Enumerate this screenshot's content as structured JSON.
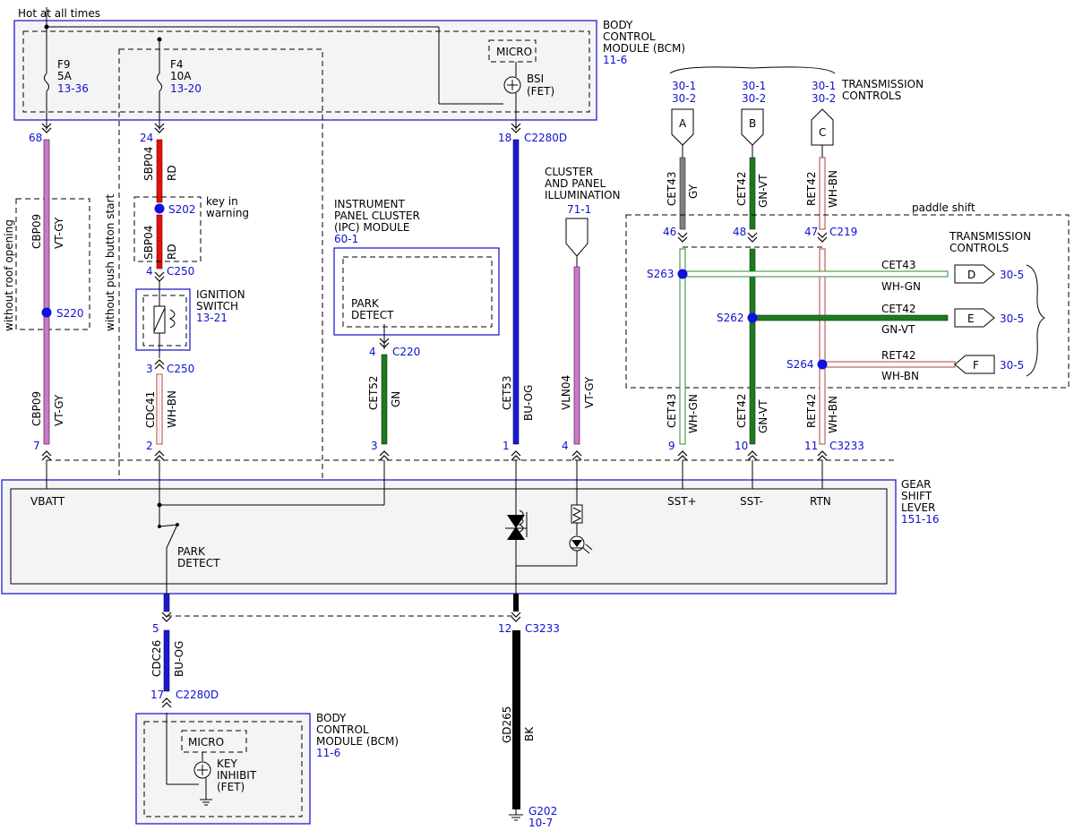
{
  "top": {
    "hot_label": "Hot at all times"
  },
  "bcm_top": {
    "title": [
      "BODY",
      "CONTROL",
      "MODULE (BCM)"
    ],
    "ref": "11-6",
    "micro": "MICRO",
    "bsi": [
      "BSI",
      "(FET)"
    ]
  },
  "fuses": {
    "f9": {
      "name": "F9",
      "rating": "5A",
      "ref": "13-36"
    },
    "f4": {
      "name": "F4",
      "rating": "10A",
      "ref": "13-20"
    }
  },
  "pins": {
    "p68": "68",
    "p24": "24",
    "p18": "18",
    "c2280d_top": "C2280D",
    "s202": "S202",
    "p4": "4",
    "c250a": "C250",
    "p3": "3",
    "c250b": "C250",
    "p2": "2",
    "p7": "7",
    "s220": "S220",
    "ipc_p4": "4",
    "c220": "C220",
    "ipc_p3": "3",
    "p1": "1",
    "vln_p4": "4",
    "p46": "46",
    "p48": "48",
    "p47": "47",
    "c219": "C219",
    "s263": "S263",
    "s262": "S262",
    "s264": "S264",
    "p9": "9",
    "p10": "10",
    "p11": "11",
    "c3233a": "C3233",
    "p5": "5",
    "p12": "12",
    "c3233b": "C3233",
    "p17": "17",
    "c2280d_bot": "C2280D",
    "g202": "G202",
    "g202_ref": "10-7"
  },
  "wires": {
    "cbp09_top": {
      "circuit": "CBP09",
      "color": "VT-GY"
    },
    "cbp09_bot": {
      "circuit": "CBP09",
      "color": "VT-GY"
    },
    "sbp04_top": {
      "circuit": "SBP04",
      "color": "RD"
    },
    "sbp04_bot": {
      "circuit": "SBP04",
      "color": "RD"
    },
    "cdc41": {
      "circuit": "CDC41",
      "color": "WH-BN"
    },
    "cet52": {
      "circuit": "CET52",
      "color": "GN"
    },
    "cet53": {
      "circuit": "CET53",
      "color": "BU-OG"
    },
    "vln04": {
      "circuit": "VLN04",
      "color": "VT-GY"
    },
    "cet43_top": {
      "circuit": "CET43",
      "color": "GY"
    },
    "cet42_top": {
      "circuit": "CET42",
      "color": "GN-VT"
    },
    "ret42_top": {
      "circuit": "RET42",
      "color": "WH-BN"
    },
    "cet43_bot": {
      "circuit": "CET43",
      "color": "WH-GN"
    },
    "cet42_bot": {
      "circuit": "CET42",
      "color": "GN-VT"
    },
    "ret42_bot": {
      "circuit": "RET42",
      "color": "WH-BN"
    },
    "cet43_h": {
      "circuit": "CET43",
      "color": "WH-GN"
    },
    "cet42_h": {
      "circuit": "CET42",
      "color": "GN-VT"
    },
    "ret42_h": {
      "circuit": "RET42",
      "color": "WH-BN"
    },
    "cdc26": {
      "circuit": "CDC26",
      "color": "BU-OG"
    },
    "gd265": {
      "circuit": "GD265",
      "color": "BK"
    }
  },
  "notes": {
    "roof": "without roof opening",
    "push": "without push button start",
    "key_warn": [
      "key in",
      "warning"
    ],
    "paddle": "paddle shift"
  },
  "ignition": {
    "title": [
      "IGNITION",
      "SWITCH"
    ],
    "ref": "13-21"
  },
  "ipc": {
    "title": [
      "INSTRUMENT",
      "PANEL CLUSTER",
      "(IPC) MODULE"
    ],
    "ref": "60-1",
    "park": [
      "PARK",
      "DETECT"
    ]
  },
  "cluster": {
    "title": [
      "CLUSTER",
      "AND PANEL",
      "ILLUMINATION"
    ],
    "ref": "71-1"
  },
  "trans_top": {
    "title": [
      "TRANSMISSION",
      "CONTROLS"
    ],
    "refs": [
      "30-1",
      "30-2"
    ],
    "connectors": [
      "A",
      "B",
      "C"
    ]
  },
  "trans_right": {
    "title": [
      "TRANSMISSION",
      "CONTROLS"
    ],
    "connectors": [
      "D",
      "E",
      "F"
    ],
    "ref": "30-5"
  },
  "gear": {
    "title": [
      "GEAR",
      "SHIFT",
      "LEVER"
    ],
    "ref": "151-16",
    "vbatt": "VBATT",
    "park": [
      "PARK",
      "DETECT"
    ],
    "sst_plus": "SST+",
    "sst_minus": "SST-",
    "rtn": "RTN"
  },
  "bcm_bot": {
    "title": [
      "BODY",
      "CONTROL",
      "MODULE (BCM)"
    ],
    "ref": "11-6",
    "micro": "MICRO",
    "key": [
      "KEY",
      "INHIBIT",
      "(FET)"
    ]
  },
  "colors": {
    "violet": "#c87ac8",
    "violet_dark": "#6b2a6b",
    "red": "#e01010",
    "green": "#1f7a1f",
    "blue": "#1a1ad0",
    "gray": "#808080",
    "module_blue": "#2020d0",
    "splice": "#1010e0"
  }
}
